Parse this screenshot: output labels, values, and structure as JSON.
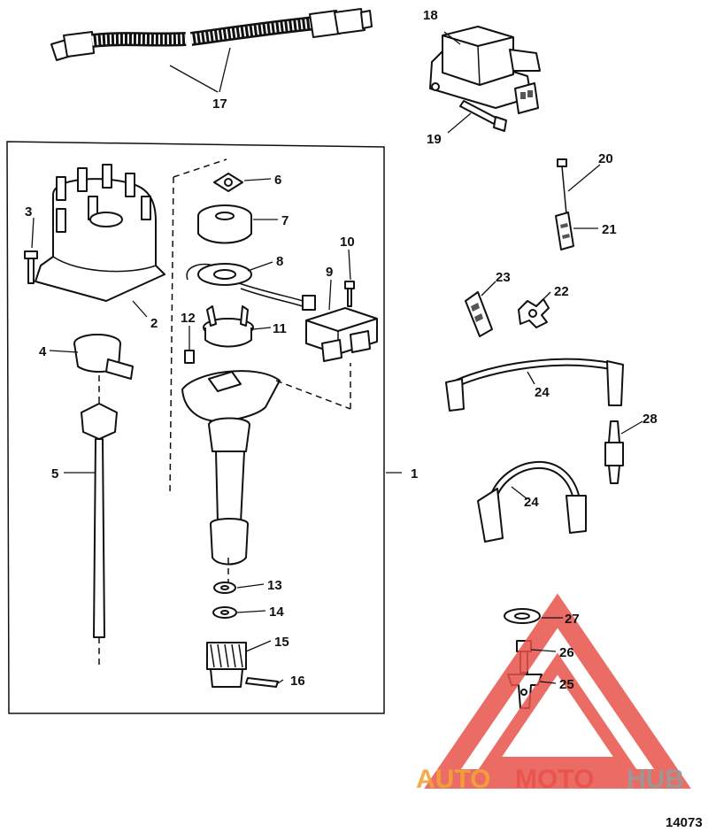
{
  "diagram": {
    "labels": [
      "1",
      "2",
      "3",
      "4",
      "5",
      "6",
      "7",
      "8",
      "9",
      "10",
      "11",
      "12",
      "13",
      "14",
      "15",
      "16",
      "17",
      "18",
      "19",
      "20",
      "21",
      "22",
      "23",
      "24",
      "24",
      "25",
      "26",
      "27",
      "28"
    ],
    "reference_number": "14073"
  },
  "watermark": {
    "text_auto": "AUTO",
    "text_moto": "MOTO",
    "text_hub": "HUB",
    "colors": {
      "red": "#e8534a",
      "orange": "#f4a23a",
      "gray": "#9a9a9a"
    }
  }
}
